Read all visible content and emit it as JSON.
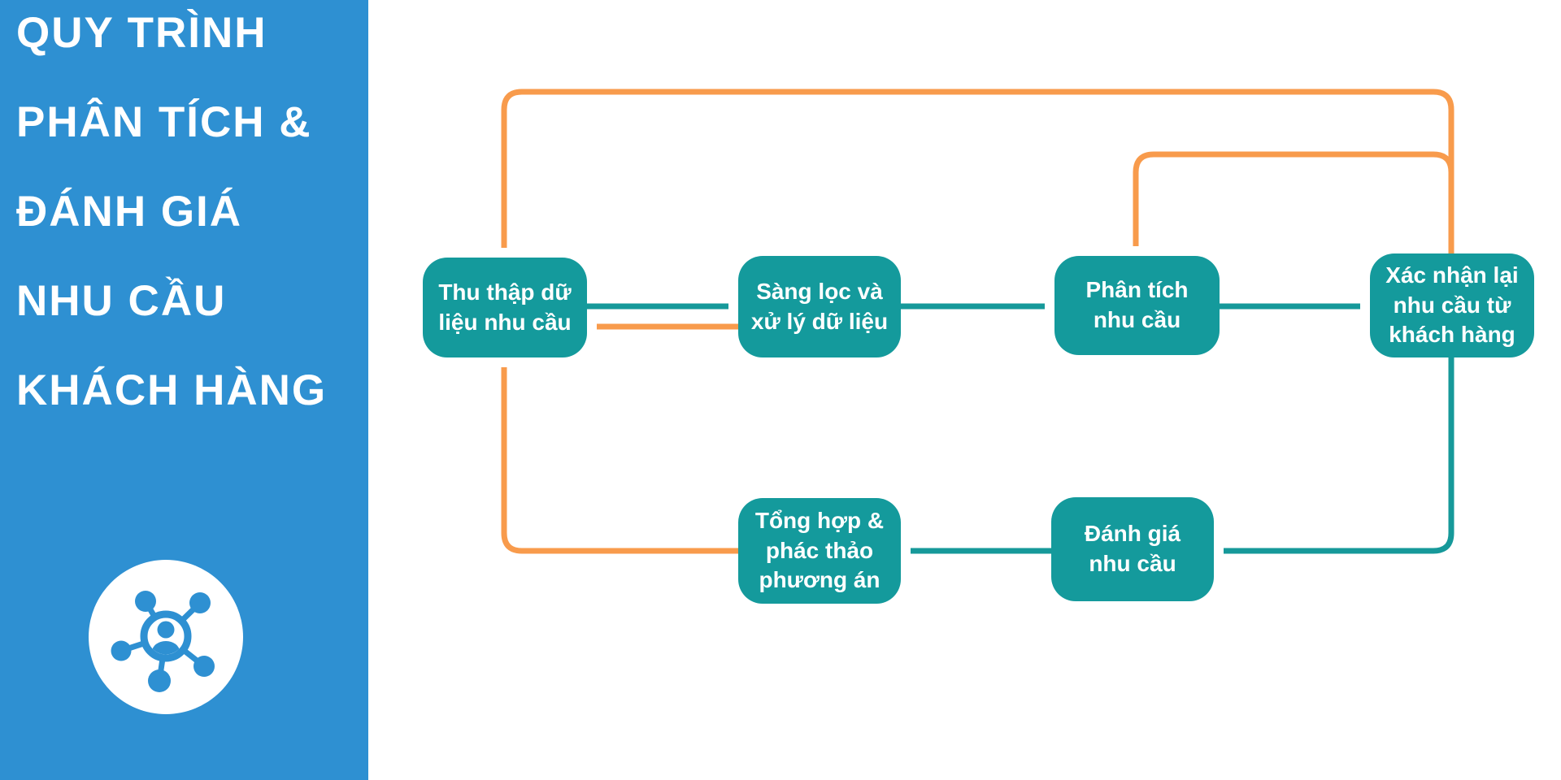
{
  "colors": {
    "sidebar_blue": "#2E90D2",
    "node_teal": "#149A9C",
    "arrow_teal": "#16999A",
    "arrow_orange": "#F89B4C",
    "text_white": "#FFFFFF"
  },
  "sidebar": {
    "title_lines": [
      "QUY TRÌNH",
      "PHÂN TÍCH &",
      "ĐÁNH GIÁ",
      "NHU CẦU",
      "KHÁCH HÀNG"
    ],
    "icon": "customer-network-icon"
  },
  "diagram": {
    "nodes": [
      {
        "id": "collect",
        "label": "Thu thập dữ liệu nhu cầu"
      },
      {
        "id": "filter",
        "label": "Sàng lọc và xử lý dữ liệu"
      },
      {
        "id": "analyze",
        "label": "Phân tích nhu cầu"
      },
      {
        "id": "confirm",
        "label": "Xác nhận lại nhu cầu từ khách hàng"
      },
      {
        "id": "draft",
        "label": "Tổng hợp & phác thảo phương án"
      },
      {
        "id": "evaluate",
        "label": "Đánh giá nhu cầu"
      }
    ],
    "edges": [
      {
        "from": "collect",
        "to": "filter",
        "color": "teal"
      },
      {
        "from": "filter",
        "to": "analyze",
        "color": "teal"
      },
      {
        "from": "analyze",
        "to": "confirm",
        "color": "teal"
      },
      {
        "from": "confirm",
        "to": "evaluate",
        "color": "teal"
      },
      {
        "from": "evaluate",
        "to": "draft",
        "color": "teal"
      },
      {
        "from": "filter",
        "to": "collect",
        "color": "orange"
      },
      {
        "from": "draft",
        "to": "collect",
        "color": "orange"
      },
      {
        "from": "confirm",
        "to": "collect",
        "color": "orange"
      },
      {
        "from": "confirm",
        "to": "analyze",
        "color": "orange"
      }
    ]
  }
}
